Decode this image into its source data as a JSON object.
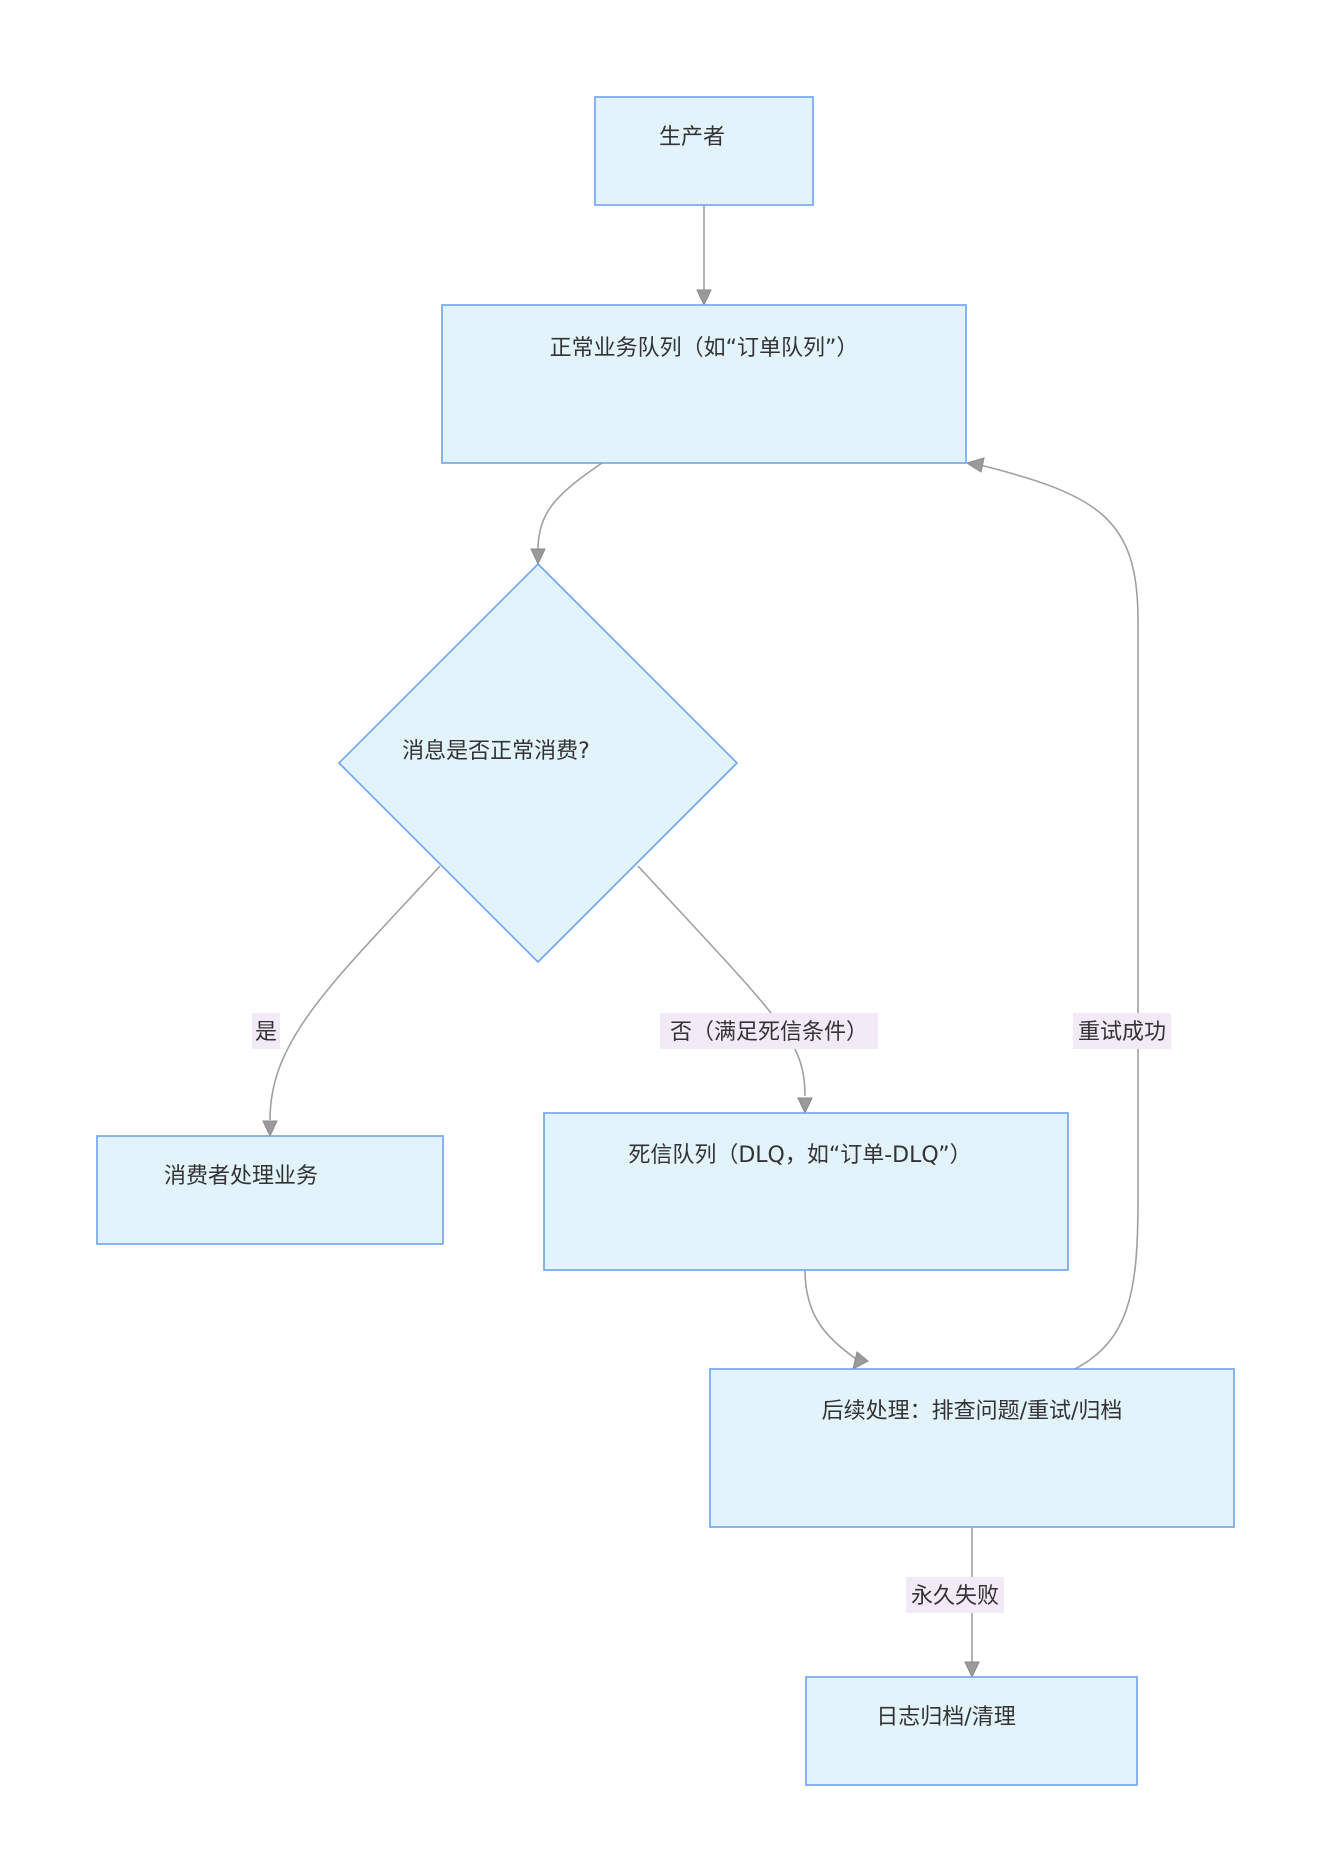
{
  "nodes": {
    "producer": "生产者",
    "normal_queue": "正常业务队列（如“订单队列”）",
    "decision": "消息是否正常消费?",
    "consumer": "消费者处理业务",
    "dlq": "死信队列（DLQ，如“订单-DLQ”）",
    "followup": "后续处理：排查问题/重试/归档",
    "archive": "日志归档/清理"
  },
  "edge_labels": {
    "yes": "是",
    "no": "否（满足死信条件）",
    "retry_success": "重试成功",
    "permanent_failure": "永久失败"
  }
}
